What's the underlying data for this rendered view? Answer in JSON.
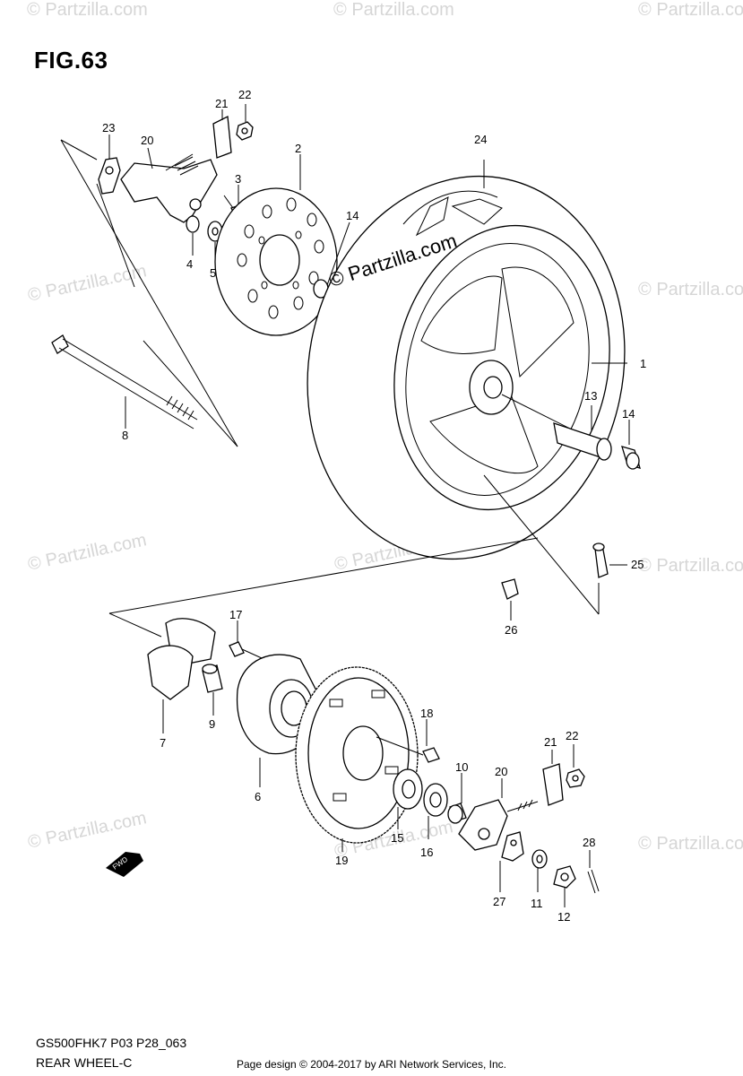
{
  "figure": {
    "title": "FIG.63",
    "model_code": "GS500FHK7 P03 P28_063",
    "caption": "REAR WHEEL-C",
    "footer": "Page design © 2004-2017 by ARI Network Services, Inc.",
    "fwd_label": "FWD"
  },
  "watermark": {
    "text": "Partzilla.com",
    "symbol": "©",
    "center_text": "© Partzilla.com"
  },
  "callouts": [
    "1",
    "2",
    "3",
    "4",
    "5",
    "6",
    "7",
    "8",
    "9",
    "10",
    "11",
    "12",
    "13",
    "14",
    "14",
    "15",
    "16",
    "17",
    "18",
    "19",
    "20",
    "20",
    "21",
    "21",
    "22",
    "22",
    "23",
    "24",
    "25",
    "26",
    "27",
    "28"
  ]
}
